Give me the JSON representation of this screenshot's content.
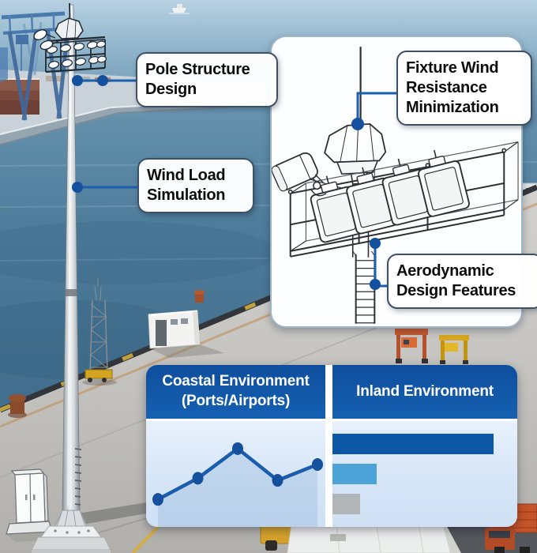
{
  "annotations": {
    "pole_structure": {
      "lines": [
        "Pole Structure",
        "Design"
      ]
    },
    "wind_load": {
      "lines": [
        "Wind Load",
        "Simulation"
      ]
    },
    "fixture_wind": {
      "lines": [
        "Fixture Wind",
        "Resistance",
        "Minimization"
      ]
    },
    "aerodynamic": {
      "lines": [
        "Aerodynamic",
        "Design Features"
      ]
    }
  },
  "comparison_table": {
    "columns": [
      {
        "header_lines": [
          "Coastal Environment",
          "(Ports/Airports)"
        ]
      },
      {
        "header_lines": [
          "Inland Environment"
        ]
      }
    ]
  },
  "chart_data": [
    {
      "type": "line",
      "title": "Coastal Environment (Ports/Airports)",
      "x": [
        1,
        2,
        3,
        4,
        5
      ],
      "values": [
        26,
        46,
        74,
        44,
        59
      ],
      "ylim": [
        0,
        100
      ],
      "grid": false,
      "legend": false,
      "line_color": "#1b5dad",
      "marker_color": "#15509c",
      "area_fill": "rgba(130,168,212,0.28)"
    },
    {
      "type": "bar",
      "title": "Inland Environment",
      "orientation": "horizontal",
      "values": [
        87,
        24,
        15
      ],
      "value_unit": "percent_of_column_width",
      "colors": [
        "#0d57a7",
        "#4ba3d8",
        "#b2b5b8"
      ],
      "xlim": [
        0,
        100
      ],
      "grid": false
    }
  ],
  "colors": {
    "callout_blue": "#1b5fae",
    "callout_dot": "#14509e",
    "header_blue": "#1157a7",
    "label_border": "#3e5064",
    "diagram_panel_border": "#9db3c6"
  }
}
